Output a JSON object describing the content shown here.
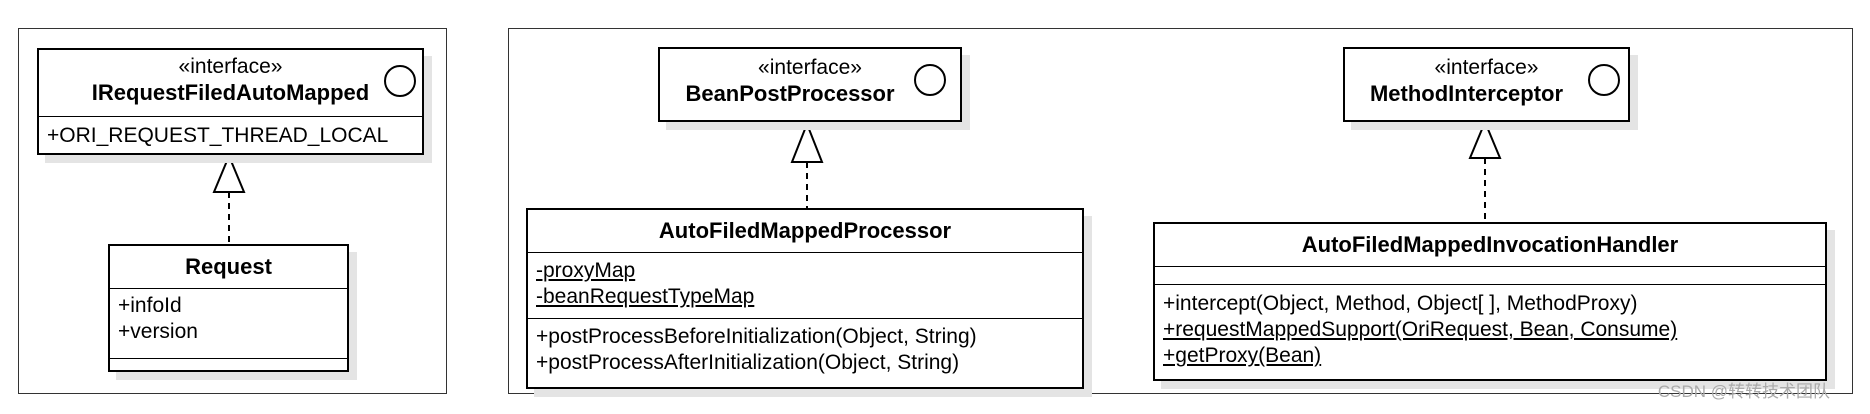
{
  "diagram_data": {
    "stereotype": "«interface»",
    "panels": [
      {
        "interface": {
          "name": "IRequestFiledAutoMapped",
          "members": [
            "+ORI_REQUEST_THREAD_LOCAL"
          ]
        },
        "implementor": {
          "name": "Request",
          "fields": [
            "+infoId",
            "+version"
          ],
          "methods": []
        }
      },
      {
        "interface": {
          "name": "BeanPostProcessor",
          "members": []
        },
        "implementor": {
          "name": "AutoFiledMappedProcessor",
          "fields": [
            "-proxyMap",
            "-beanRequestTypeMap"
          ],
          "methods": [
            "+postProcessBeforeInitialization(Object, String)",
            "+postProcessAfterInitialization(Object, String)"
          ]
        }
      },
      {
        "interface": {
          "name": "MethodInterceptor",
          "members": []
        },
        "implementor": {
          "name": "AutoFiledMappedInvocationHandler",
          "fields": [],
          "methods": [
            "+intercept(Object, Method, Object[ ], MethodProxy)",
            "+requestMappedSupport(OriRequest, Bean, Consume)",
            "+getProxy(Bean)"
          ]
        }
      }
    ],
    "relationship": "realization"
  },
  "watermark": "CSDN @转转技术团队"
}
